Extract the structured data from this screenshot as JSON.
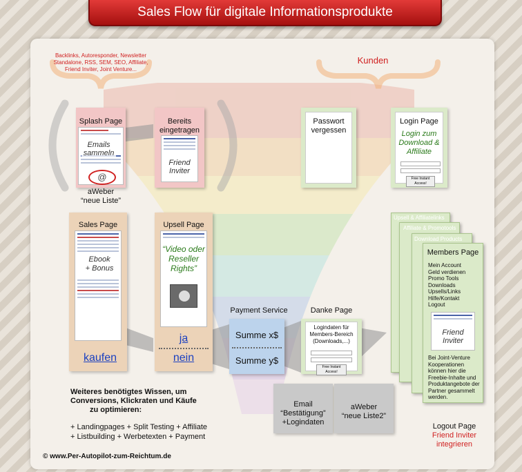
{
  "title": "Sales Flow für digitale Informationsprodukte",
  "traffic_sources": [
    "Backlinks, Autoresponder, Newsletter",
    "Standalone, RSS, SEM, SEO, Affiliate,",
    "Friend Inviter, Joint Venture..."
  ],
  "kunden": "Kunden",
  "splash": {
    "title": "Splash Page",
    "overlay": [
      "Emails",
      "sammeln"
    ],
    "below": [
      "aWeber",
      "“neue Liste”"
    ]
  },
  "bereits": {
    "title": [
      "Bereits",
      "eingetragen"
    ],
    "overlay": [
      "Friend",
      "Inviter"
    ]
  },
  "passwort": {
    "title": [
      "Passwort",
      "vergessen"
    ]
  },
  "login": {
    "title": "Login Page",
    "overlay": [
      "Login zum",
      "Download &",
      "Affiliate"
    ]
  },
  "sales": {
    "title": "Sales Page",
    "overlay": [
      "Ebook",
      "+ Bonus"
    ],
    "link": "kaufen"
  },
  "upsell": {
    "title": "Upsell Page",
    "overlay": [
      "“Video oder",
      "Reseller",
      "Rights”"
    ],
    "yes": "ja",
    "no": "nein"
  },
  "payment": {
    "title": "Payment Service",
    "a": "Summe x$",
    "b": "Summe y$"
  },
  "danke": {
    "title": "Danke Page",
    "text": [
      "Logindaten für",
      "Members-Bereich",
      "(Downloads,...)"
    ]
  },
  "stack_labels": [
    "Upsell & Affiliatelinks",
    "Affiliate & Promotools",
    "Download Products"
  ],
  "members": {
    "title": "Members Page",
    "items": [
      "Mein Account",
      "Geld verdienen",
      "Promo Tools",
      "Downloads",
      "Upsells/Links",
      "Hilfe/Kontakt",
      "Logout"
    ],
    "overlay": [
      "Friend",
      "Inviter"
    ],
    "note": [
      "Bei Joint-Venture",
      "Kooperationen",
      "können hier die",
      "Freebie-Inhalte und",
      "Produktangebote der",
      "Partner gesammelt",
      "werden."
    ]
  },
  "email": {
    "text": [
      "Email",
      "“Bestätigung”",
      "+Logindaten"
    ]
  },
  "aweber2": {
    "text": [
      "aWeber",
      "“neue Liste2”"
    ]
  },
  "wissen": {
    "title": [
      "Weiteres benötigtes Wissen, um",
      "Conversions, Klickraten und Käufe",
      "zu optimieren:"
    ],
    "lines": [
      "+ Landingpages + Split Testing + Affiliate",
      "+ Listbuilding + Werbetexten + Payment"
    ]
  },
  "logout": {
    "title": "Logout Page",
    "red": [
      "Friend Inviter",
      "integrieren"
    ]
  },
  "copyright": "© www.Per-Autopilot-zum-Reichtum.de",
  "colors": {
    "title_red": "#c41e1e",
    "splash_pink": "#f2c6c6",
    "sales_tan": "#ecd3b8",
    "login_green": "#dbeac9",
    "payment_blue": "#bcd3ec",
    "grey_box": "#c9c9c9",
    "red_text": "#d02020",
    "link_blue": "#1a40c0"
  }
}
